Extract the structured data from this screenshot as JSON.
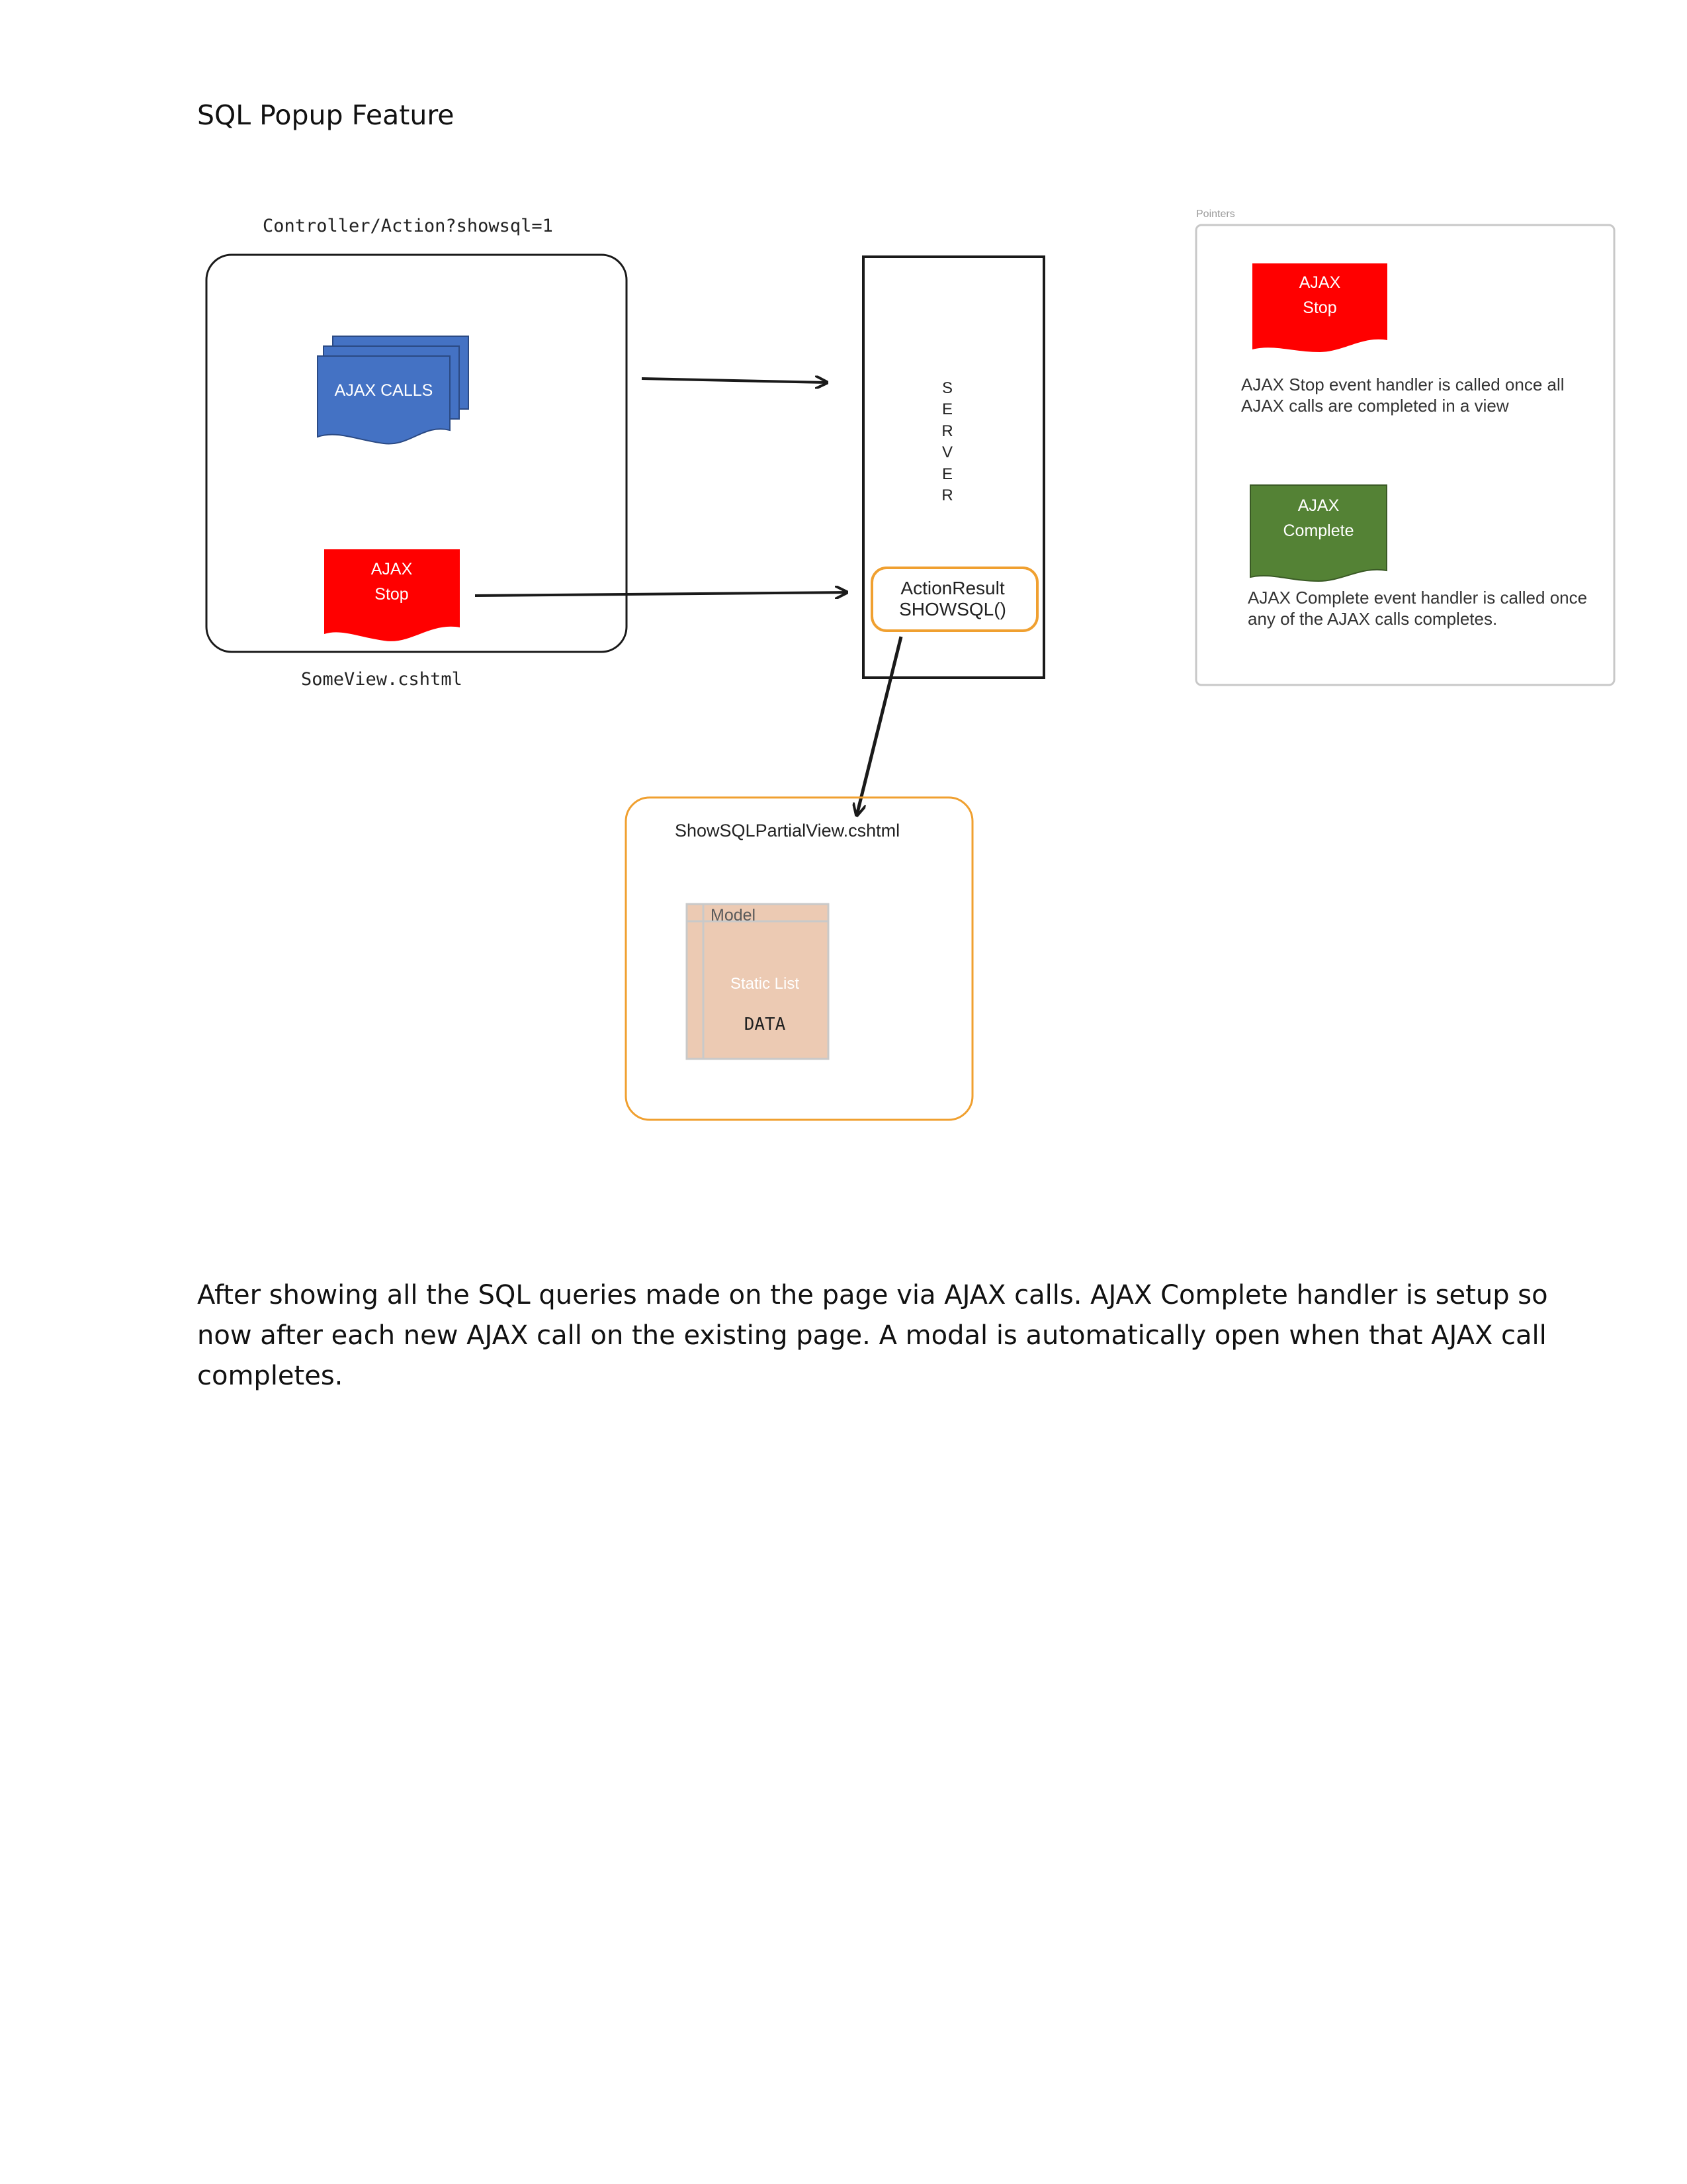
{
  "document": {
    "title": "SQL Popup Feature",
    "paragraph_lines": [
      "After showing all the SQL queries made on the page via AJAX calls. AJAX Complete handler is setup so",
      "now after each new AJAX call on the existing page. A modal is automatically open when that AJAX call",
      "completes."
    ]
  },
  "diagram": {
    "view": {
      "top_label": "Controller/Action?showsql=1",
      "bottom_label": "SomeView.cshtml",
      "ajax_calls_label": "AJAX CALLS",
      "ajax_stop_line1": "AJAX",
      "ajax_stop_line2": "Stop"
    },
    "server": {
      "letters": [
        "S",
        "E",
        "R",
        "V",
        "E",
        "R"
      ],
      "action_line1": "ActionResult",
      "action_line2": "SHOWSQL()"
    },
    "partial_view": {
      "title": "ShowSQLPartialView.cshtml",
      "model_label": "Model",
      "static_list_label": "Static List",
      "data_label": "DATA"
    },
    "pointers": {
      "header": "Pointers",
      "stop_line1": "AJAX",
      "stop_line2": "Stop",
      "stop_desc_line1": "AJAX Stop event handler is called once all",
      "stop_desc_line2": "AJAX calls are completed in a view",
      "complete_line1": "AJAX",
      "complete_line2": "Complete",
      "complete_desc_line1": "AJAX Complete event handler is called once",
      "complete_desc_line2": "any of the AJAX calls completes."
    }
  },
  "colors": {
    "ajax_calls_fill": "#4472c4",
    "ajax_stop_fill": "#ff0000",
    "ajax_complete_fill": "#548235",
    "partial_border": "#f0a030",
    "model_fill": "#eccab3",
    "pointers_border": "#c8c8c8"
  }
}
